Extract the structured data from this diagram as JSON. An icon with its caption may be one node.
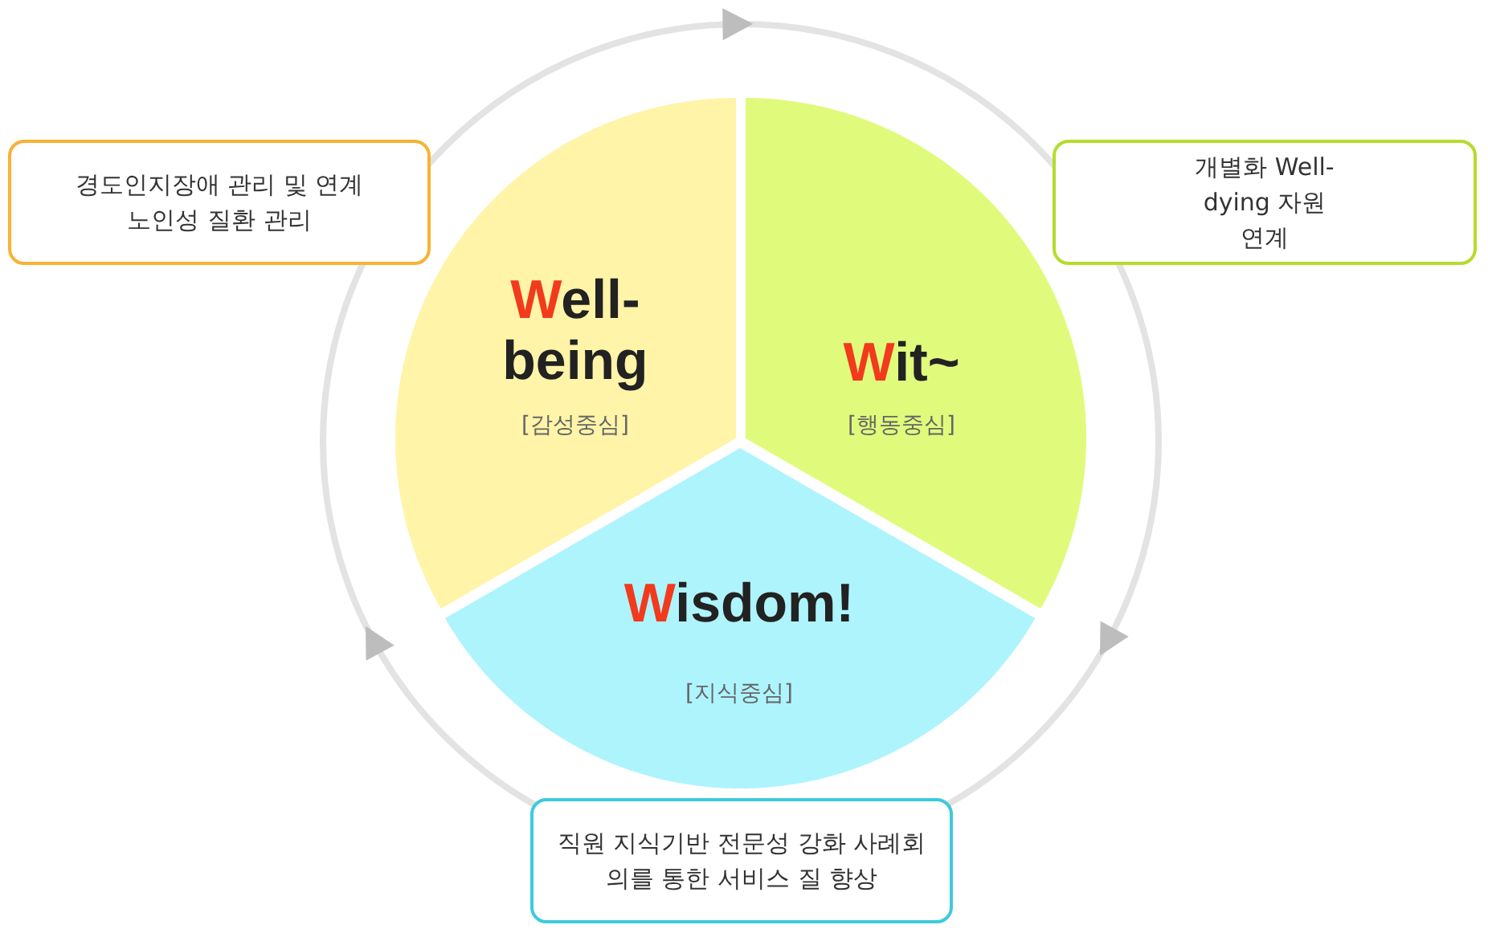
{
  "diagram": {
    "nodes": [
      {
        "text": [
          "Well-being",
          "[감성중심]"
        ]
      },
      {
        "text": [
          "Wit~",
          "[행동중심]"
        ]
      },
      {
        "text": [
          "Wisdom!",
          "[지식중심]"
        ]
      },
      {
        "text": [
          "경도인지장애 관리 및 연계 노인성 질환 관리"
        ]
      },
      {
        "text": [
          "개별화 Well-dying 자원연계"
        ]
      },
      {
        "text": [
          "직원 지식기반 전문성 강화 사례회의를 통한 서비스 질 향상"
        ]
      }
    ]
  }
}
